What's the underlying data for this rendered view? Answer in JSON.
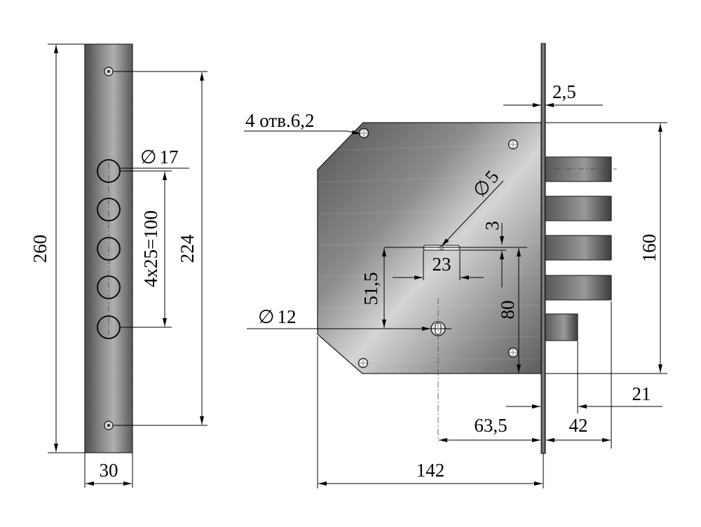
{
  "strike_plate": {
    "height_label": "260",
    "width_label": "30",
    "screw_spacing_label": "224",
    "hole_diameter_label": "17",
    "hole_pitch_label": "4x25=100"
  },
  "lock_body": {
    "mount_holes_label": "4 отв.6,2",
    "faceplate_thickness_label": "2,5",
    "pin_diameter_label": "5",
    "bolt_span_label": "160",
    "slot_height_label": "3",
    "slot_width_label": "23",
    "upper_offset_label": "51,5",
    "center_distance_label": "80",
    "key_diameter_label": "12",
    "latch_projection_label": "21",
    "backset_label": "63,5",
    "bolt_projection_label": "42",
    "body_width_label": "142"
  },
  "symbols": {
    "diameter": "∅"
  }
}
